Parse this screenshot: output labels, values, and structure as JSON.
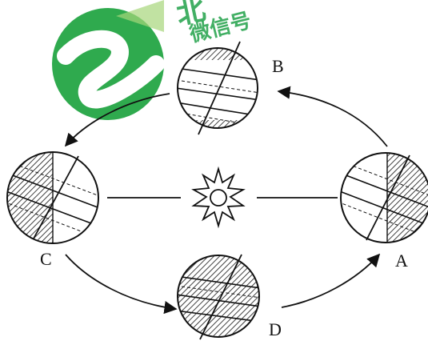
{
  "diagram": {
    "labels": {
      "a": "A",
      "b": "B",
      "c": "C",
      "d": "D"
    },
    "sun_icon": "sun-icon"
  },
  "watermark": {
    "logo_icon": "green-swoosh-logo-icon",
    "text_line1": "北",
    "text_line2": "微信号"
  },
  "colors": {
    "ink": "#111111",
    "logo_green": "#22a24a",
    "logo_light": "#a7d67a"
  }
}
